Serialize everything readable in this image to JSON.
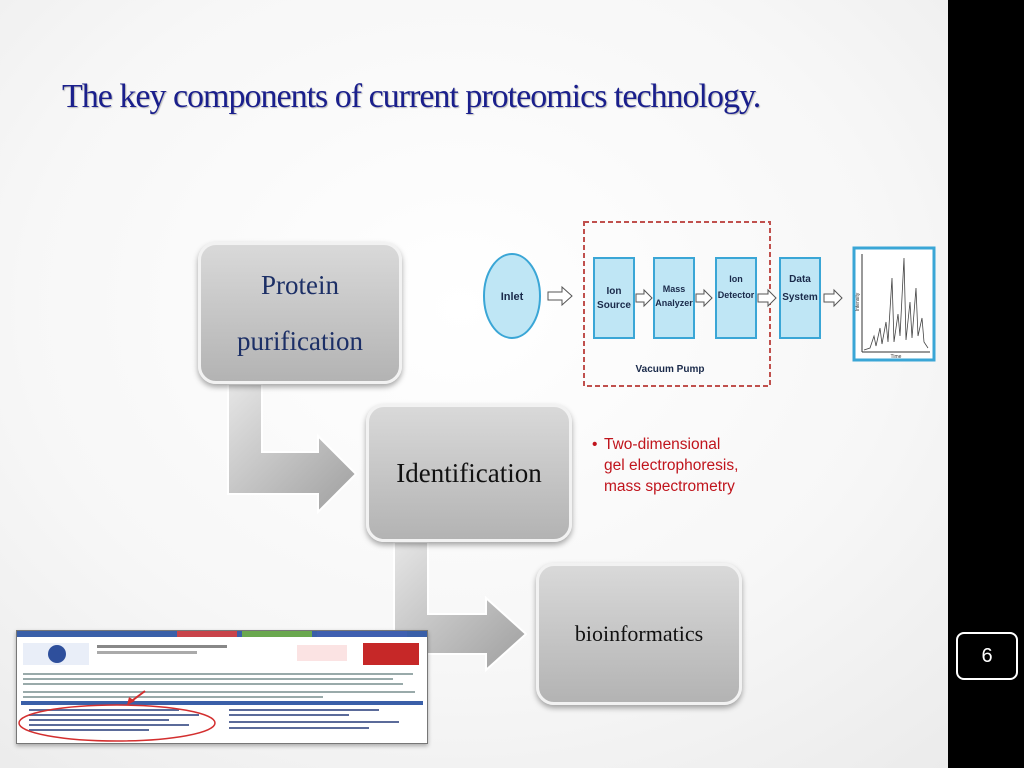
{
  "slide": {
    "title": "The key components of current proteomics technology.",
    "page_number": "6"
  },
  "flow": {
    "step1_line1": "Protein",
    "step1_line2": "purification",
    "step2": "Identification",
    "step3": "bioinformatics"
  },
  "bullet": {
    "marker": "•",
    "line1": "Two-dimensional",
    "line2": "gel electrophoresis,",
    "line3": "mass spectrometry"
  },
  "ms_diagram": {
    "inlet": "Inlet",
    "ion_source_1": "Ion",
    "ion_source_2": "Source",
    "mass_analyzer_1": "Mass",
    "mass_analyzer_2": "Analyzer",
    "ion_detector_1": "Ion",
    "ion_detector_2": "Detector",
    "data_system_1": "Data",
    "data_system_2": "System",
    "vacuum_pump": "Vacuum Pump",
    "y_axis": "Intensity",
    "x_axis": "Time",
    "colors": {
      "node_fill": "#bfe6f5",
      "node_stroke": "#3aa6d6",
      "dashed": "#c0504d"
    }
  },
  "colors": {
    "title": "#1a1f8c",
    "bullet": "#c0141c",
    "sidebar": "#000000"
  }
}
